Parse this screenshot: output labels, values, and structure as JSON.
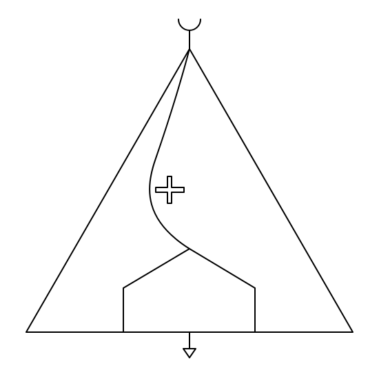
{
  "diagram": {
    "kind": "symbol",
    "stroke_color": "#000000",
    "background_color": "#ffffff",
    "elements": [
      "terminal-cup-icon",
      "triangle-outline",
      "s-curve-line",
      "plus-sign-icon",
      "pentagon-house-outline",
      "ground-arrow-icon"
    ]
  }
}
